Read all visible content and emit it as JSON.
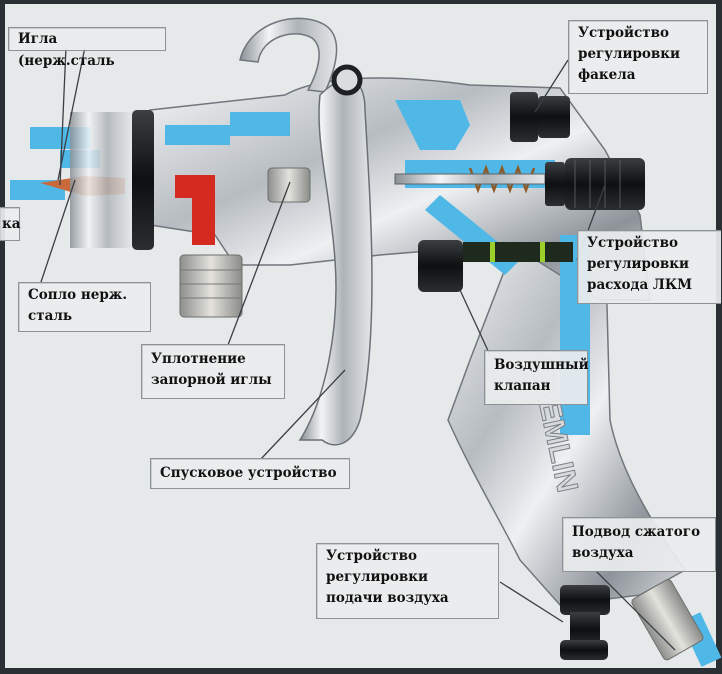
{
  "labels": {
    "needle": "Игла (нерж.сталь",
    "fragment": "ка",
    "nozzle": "Сопло нерж.\nсталь",
    "needle_seal": "Уплотнение\nзапорной иглы",
    "trigger": "Спусковое устройство",
    "fan_control": "Устройство\nрегулировки\nфакела",
    "fluid_control": "Устройство\nрегулировки\nрасхода ЛКМ",
    "air_valve": "Воздушный\nклапан",
    "air_inlet": "Подвод сжатого\nвоздуха",
    "air_control": "Устройство\nрегулировки\nподачи воздуха"
  },
  "brand_text": "KREMLIN",
  "colors": {
    "air_channel": "#4fb8e6",
    "fluid_channel": "#d42a20",
    "metal": "#c9cdd1",
    "knob": "#1a1a1a"
  }
}
